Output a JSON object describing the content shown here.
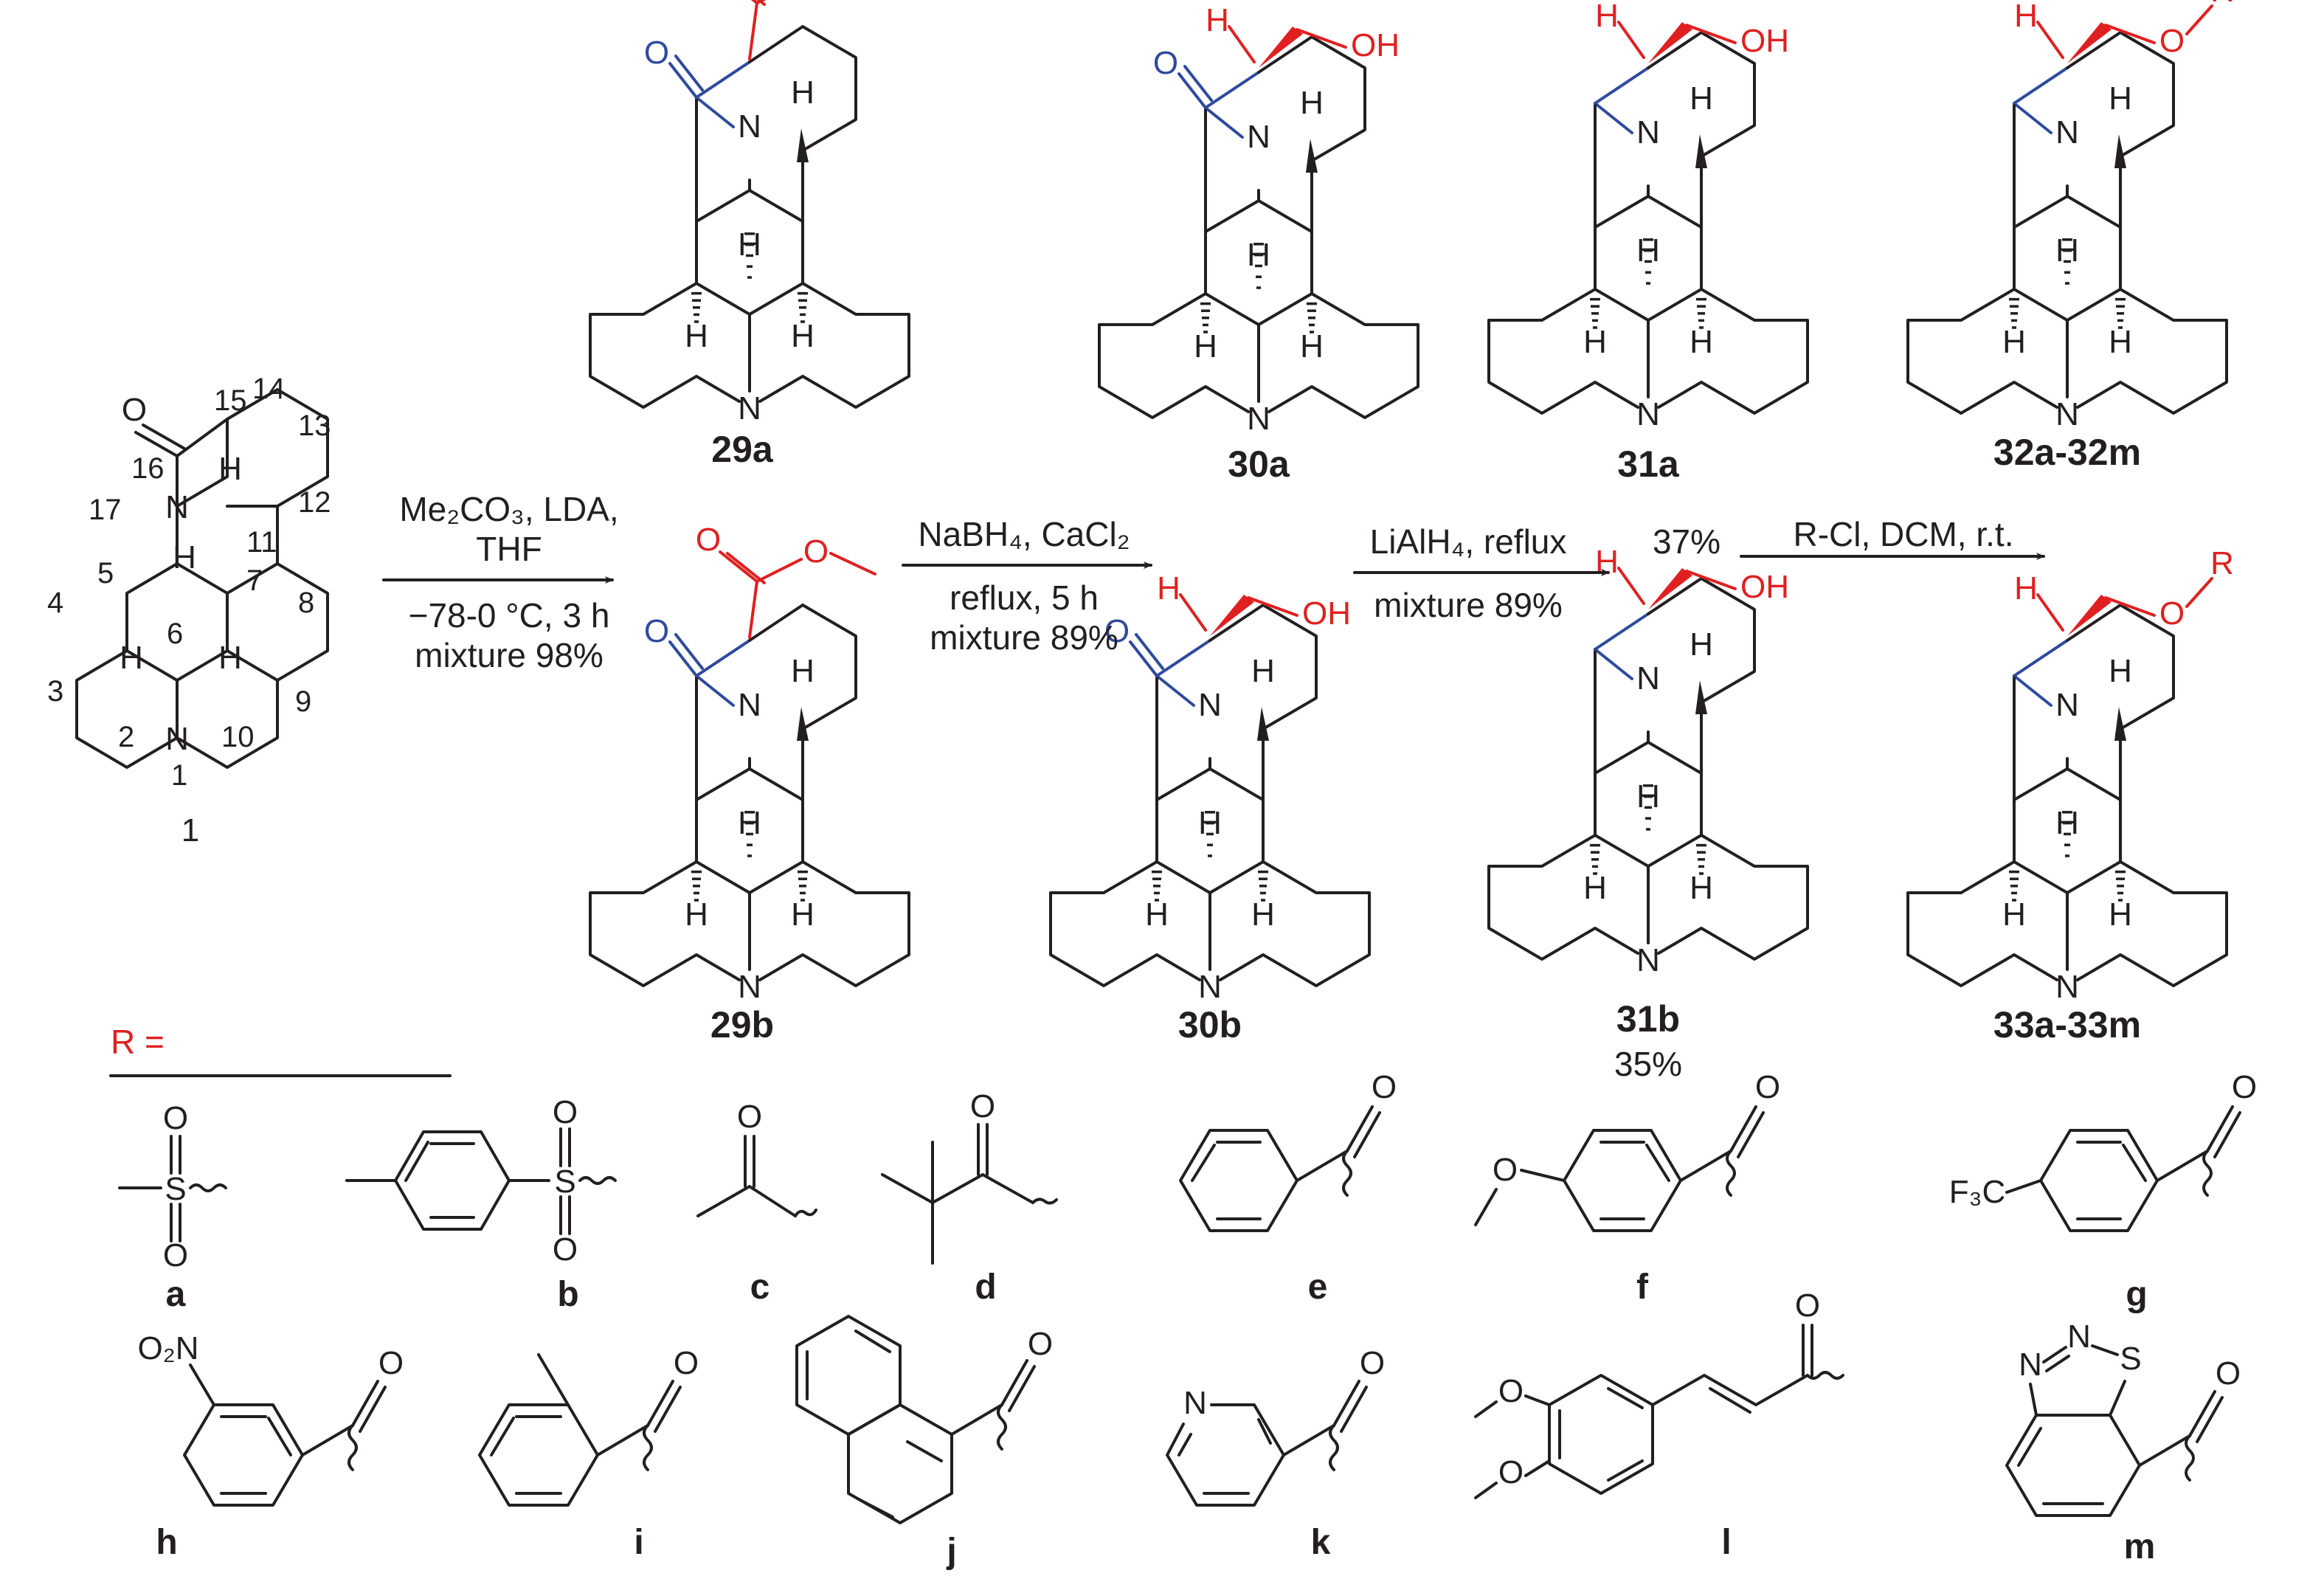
{
  "compounds": {
    "c1": {
      "label": "1",
      "numbering": [
        "15",
        "14",
        "13",
        "16",
        "12",
        "17",
        "11",
        "5",
        "7",
        "4",
        "6",
        "8",
        "3",
        "1",
        "9",
        "2",
        "10"
      ]
    },
    "c29a": {
      "label": "29a"
    },
    "c29b": {
      "label": "29b"
    },
    "c30a": {
      "label": "30a"
    },
    "c30b": {
      "label": "30b"
    },
    "c31a": {
      "label": "31a"
    },
    "c31b": {
      "label": "31b",
      "yield": "35%"
    },
    "c32": {
      "label": "32a-32m"
    },
    "c33": {
      "label": "33a-33m"
    }
  },
  "atoms": {
    "O": "O",
    "N": "N",
    "H": "H",
    "OH": "OH",
    "S": "S",
    "R": "R",
    "N2": "N",
    "O2N": "O₂N",
    "F3C": "F₃C"
  },
  "steps": {
    "step1": {
      "line1": "Me₂CO₃, LDA,",
      "line2": "THF",
      "line3": "−78-0 °C, 3 h",
      "line4": "mixture 98%"
    },
    "step2": {
      "line1": "NaBH₄, CaCl₂",
      "line2": "reflux, 5 h",
      "line3": "mixture 89%"
    },
    "step3": {
      "line1": "LiAlH₄, reflux",
      "line2": "mixture 89%",
      "yield_31a": "37%"
    },
    "step4": {
      "line1": "R-Cl, DCM, r.t."
    }
  },
  "r_groups": {
    "title": "R =",
    "labels": [
      "a",
      "b",
      "c",
      "d",
      "e",
      "f",
      "g",
      "h",
      "i",
      "j",
      "k",
      "l",
      "m"
    ]
  },
  "colors": {
    "red": "#e02020",
    "blue": "#2e4a9e",
    "black": "#231f20"
  }
}
